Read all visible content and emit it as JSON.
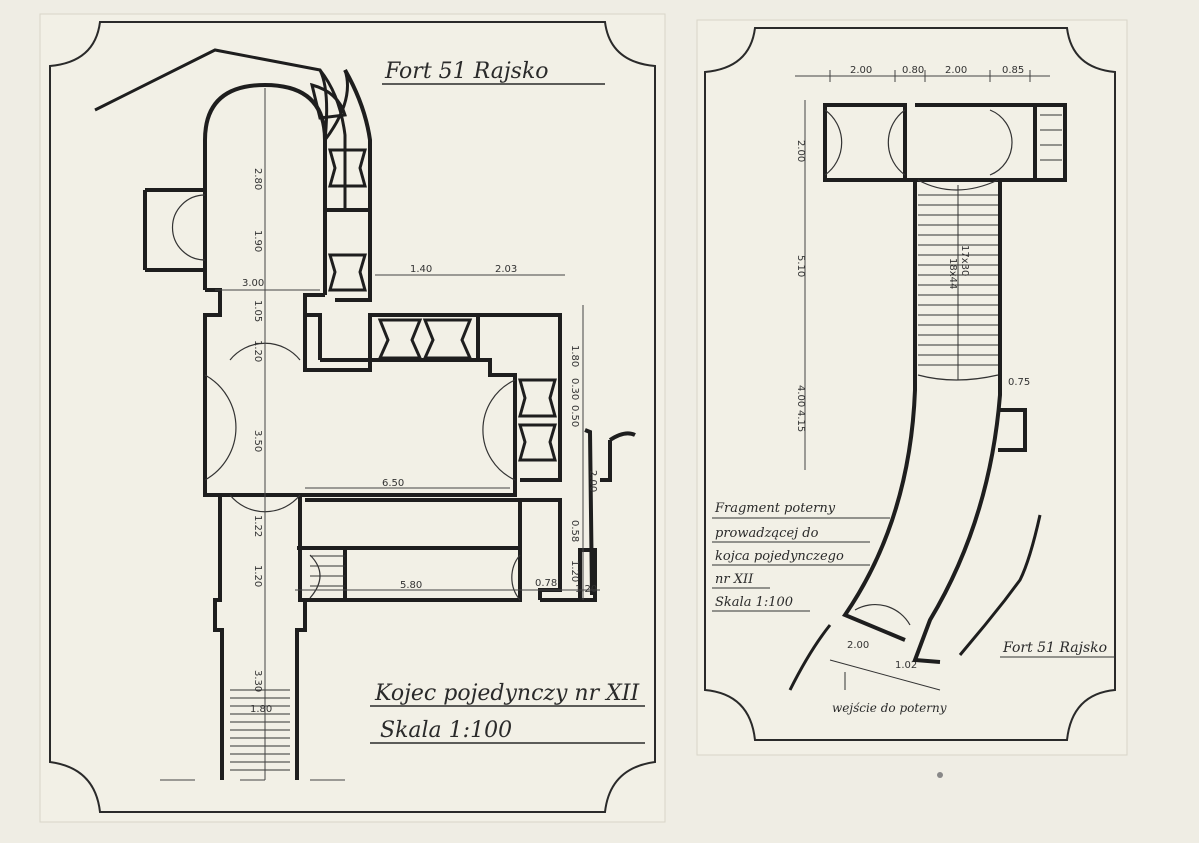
{
  "left_sheet": {
    "title": "Fort 51 Rajsko",
    "caption_line1": "Kojec pojedynczy nr XII",
    "caption_line2": "Skala 1:100",
    "dimensions": {
      "d_280": "2.80",
      "d_190": "1.90",
      "d_300": "3.00",
      "d_105": "1.05",
      "d_140": "1.40",
      "d_203": "2.03",
      "d_120a": "1.20",
      "d_180": "1.80",
      "d_030": "0.30",
      "d_050": "0.50",
      "d_350": "3.50",
      "d_650": "6.50",
      "d_200": "2.00",
      "d_122": "1.22",
      "d_120b": "1.20",
      "d_058": "0.58",
      "d_120c": "1.20",
      "d_580": "5.80",
      "d_078": "0.78",
      "d_120d": "1.20",
      "d_330": "3.30",
      "d_180b": "1.80"
    }
  },
  "right_sheet": {
    "title": "Fort 51 Rajsko",
    "caption_line1": "Fragment poterny",
    "caption_line2": "prowadzącej do",
    "caption_line3": "kojca pojedynczego",
    "caption_line4": "nr XII",
    "caption_line5": "Skala 1:100",
    "entrance_label": "wejście do poterny",
    "dimensions": {
      "t_200a": "2.00",
      "t_080": "0.80",
      "t_200b": "2.00",
      "t_085": "0.85",
      "v_200": "2.00",
      "v_510": "5.10",
      "v_400": "4.00",
      "v_415": "4.15",
      "stairs": "17x30",
      "stairs2": "18x44",
      "d_075": "0.75",
      "b_200": "2.00",
      "b_102": "1.02"
    }
  }
}
